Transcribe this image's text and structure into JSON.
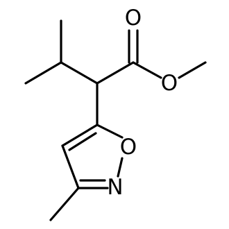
{
  "molecule": {
    "atom_labels": {
      "carbonyl_oxygen": "O",
      "ester_oxygen": "O",
      "ring_oxygen": "O",
      "ring_nitrogen": "N"
    }
  },
  "colors": {
    "bond": "#000000",
    "text": "#000000",
    "background": "#ffffff"
  }
}
